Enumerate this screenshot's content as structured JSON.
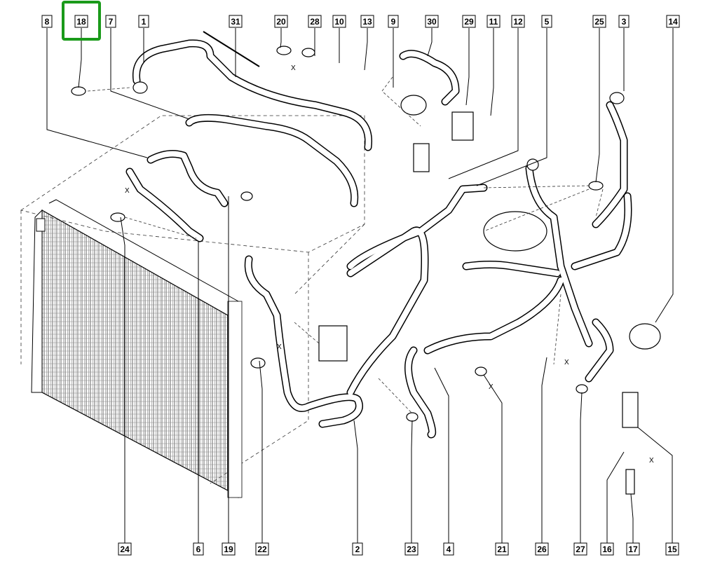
{
  "diagram": {
    "highlight_color": "#1a9a1a",
    "highlighted_part": "18",
    "top_callouts": [
      "8",
      "18",
      "7",
      "1",
      "31",
      "20",
      "28",
      "10",
      "13",
      "9",
      "30",
      "29",
      "11",
      "12",
      "5",
      "25",
      "3",
      "14"
    ],
    "bottom_callouts": [
      "24",
      "6",
      "19",
      "22",
      "2",
      "23",
      "4",
      "21",
      "26",
      "27",
      "16",
      "17",
      "15"
    ],
    "cut_marker": "X"
  }
}
